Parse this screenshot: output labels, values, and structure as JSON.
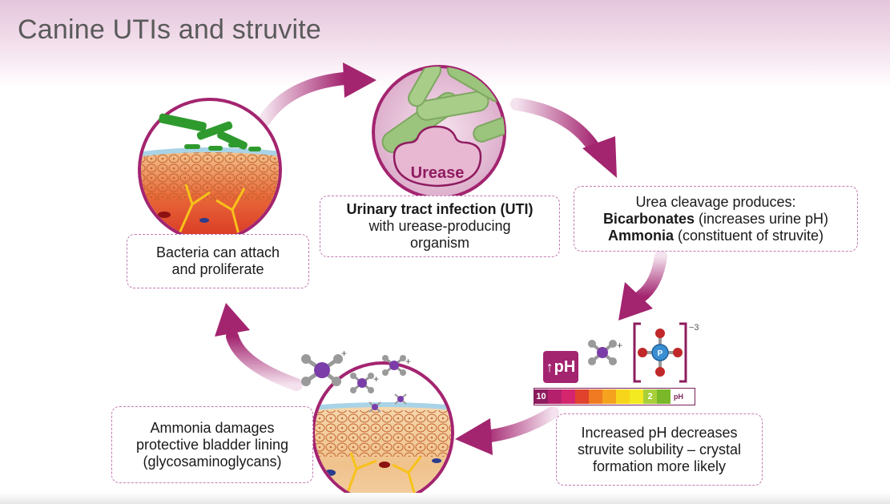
{
  "title": "Canine UTIs and struvite",
  "steps": {
    "uti": {
      "line1": "Urinary tract infection (UTI)",
      "line2": "with urease-producing",
      "line3": "organism"
    },
    "urea": {
      "line1": "Urea cleavage produces:",
      "bicarb_bold": "Bicarbonates",
      "bicarb_rest": " (increases urine pH)",
      "ammonia_bold": "Ammonia",
      "ammonia_rest": " (constituent of struvite)"
    },
    "ph": {
      "line1": "Increased pH decreases",
      "line2": "struvite solubility – crystal",
      "line3": "formation more likely"
    },
    "damage": {
      "line1": "Ammonia damages",
      "line2": "protective bladder lining",
      "line3": "(glycosaminoglycans)"
    },
    "bacteria": {
      "line1": "Bacteria can attach",
      "line2": "and proliferate"
    }
  },
  "illustration": {
    "enzyme_label": "Urease",
    "ph_badge": "pH",
    "ph_scale_high": "10",
    "ph_scale_low": "2",
    "ph_scale_unit": "pH",
    "phosphate_symbol": "P",
    "phosphate_charge": "−3",
    "ammonium_charge": "+"
  },
  "colors": {
    "arrow": "#a3246f",
    "border": "#c27ab0",
    "bacteria_green": "#9bc47d",
    "urease_fill": "#e8b7d2"
  },
  "ph_colors": [
    "#8e1c5f",
    "#b5206d",
    "#d5256f",
    "#e0422e",
    "#ef7a22",
    "#f5a21f",
    "#f7d51a",
    "#f3ea22",
    "#a8cf3a",
    "#7ab829"
  ]
}
